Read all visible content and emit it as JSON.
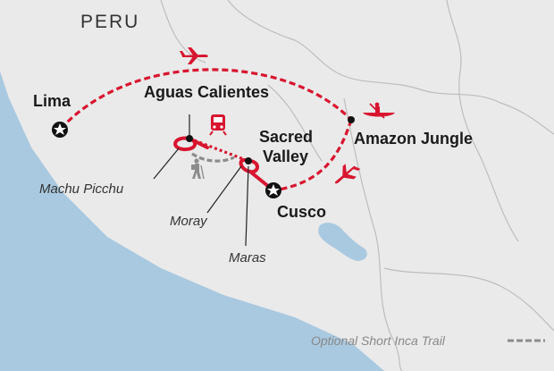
{
  "country": "PERU",
  "stops": {
    "lima": "Lima",
    "aguas": "Aguas Calientes",
    "sacred_1": "Sacred",
    "sacred_2": "Valley",
    "cusco": "Cusco",
    "amazon": "Amazon Jungle"
  },
  "sites": {
    "machu": "Machu Picchu",
    "moray": "Moray",
    "maras": "Maras"
  },
  "legend": {
    "text": "Optional Short Inca Trail"
  },
  "icons": [
    "plane-icon",
    "train-icon",
    "hiker-icon",
    "canoe-icon",
    "star-marker-icon"
  ],
  "colors": {
    "route": "#d8152f",
    "land": "#eaeaea",
    "sea": "#a9c9e0",
    "optional_trail": "#8c8c8c"
  }
}
